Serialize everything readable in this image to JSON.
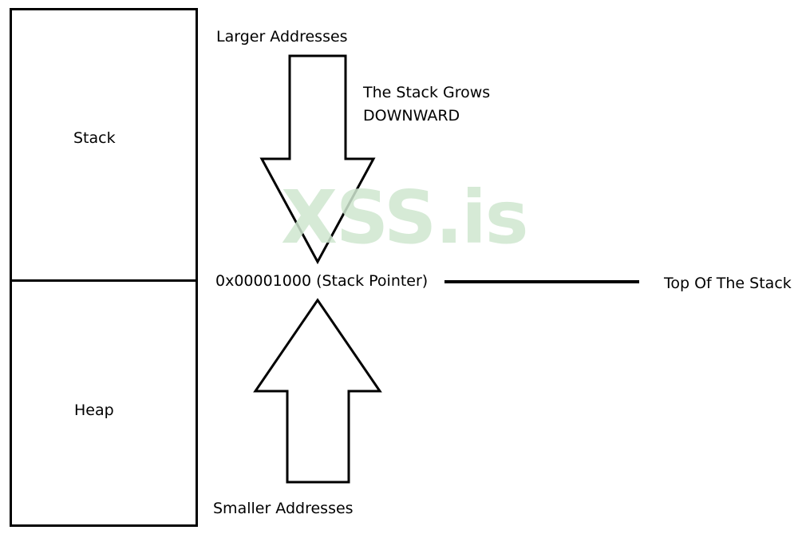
{
  "memory_layout": {
    "regions": [
      {
        "label": "Stack"
      },
      {
        "label": "Heap"
      }
    ]
  },
  "annotations": {
    "larger_addresses": "Larger Addresses",
    "stack_grows_line1": "The Stack Grows",
    "stack_grows_line2": "DOWNWARD",
    "stack_pointer": "0x00001000 (Stack Pointer)",
    "top_of_stack": "Top Of The Stack",
    "smaller_addresses": "Smaller Addresses"
  },
  "watermark": {
    "text": "XSS.is"
  },
  "colors": {
    "stroke": "#000000",
    "background": "#ffffff",
    "watermark": "#cfe7d0"
  },
  "icons": {
    "down_arrow": "down-arrow-icon",
    "up_arrow": "up-arrow-icon"
  }
}
